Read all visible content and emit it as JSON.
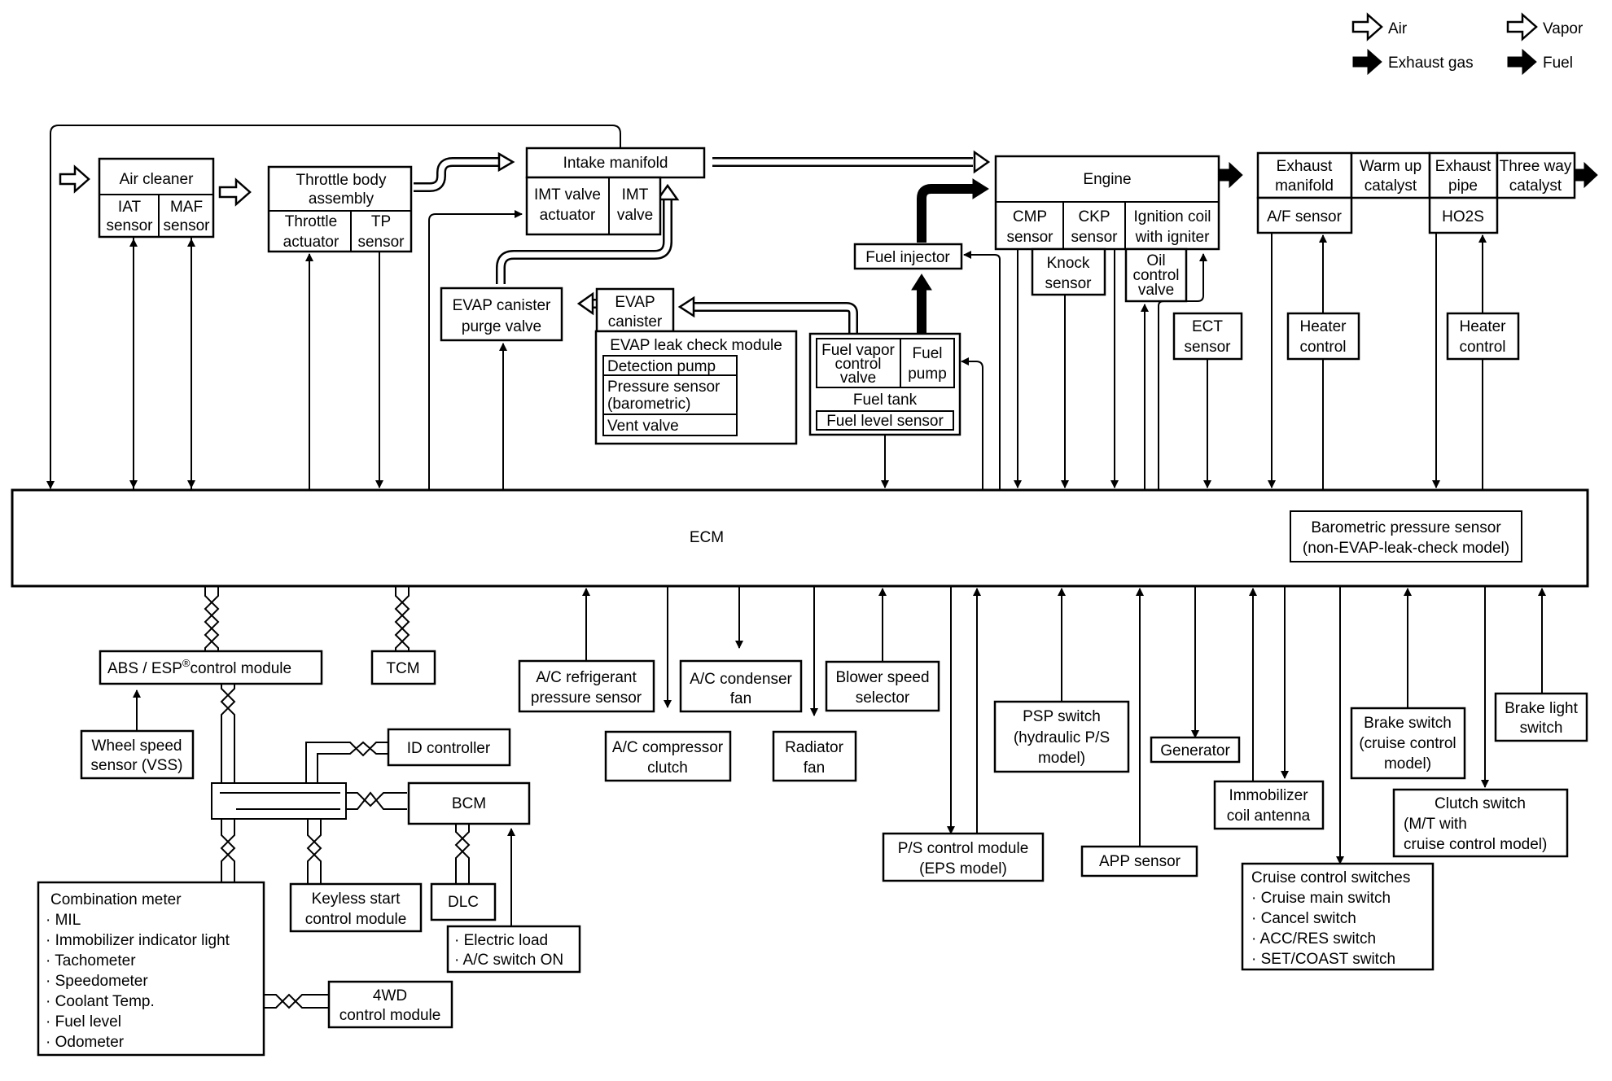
{
  "legend": {
    "air": "Air",
    "vapor": "Vapor",
    "exhaust_gas": "Exhaust gas",
    "fuel": "Fuel"
  },
  "components": {
    "air_cleaner": "Air cleaner",
    "iat_sensor": [
      "IAT",
      "sensor"
    ],
    "maf_sensor": [
      "MAF",
      "sensor"
    ],
    "throttle_body": [
      "Throttle body",
      "assembly"
    ],
    "throttle_actuator": [
      "Throttle",
      "actuator"
    ],
    "tp_sensor": [
      "TP",
      "sensor"
    ],
    "intake_manifold": "Intake manifold",
    "imt_valve_actuator": [
      "IMT valve",
      "actuator"
    ],
    "imt_valve": [
      "IMT",
      "valve"
    ],
    "evap_canister_purge_valve": [
      "EVAP canister",
      "purge valve"
    ],
    "evap_canister": [
      "EVAP",
      "canister"
    ],
    "evap_leak_check_module": "EVAP leak check module",
    "detection_pump": "Detection pump",
    "pressure_sensor": [
      "Pressure sensor",
      "(barometric)"
    ],
    "vent_valve": "Vent valve",
    "fuel_vapor_control_valve": [
      "Fuel vapor",
      "control",
      "valve"
    ],
    "fuel_pump": [
      "Fuel",
      "pump"
    ],
    "fuel_tank": "Fuel tank",
    "fuel_level_sensor": "Fuel level sensor",
    "fuel_injector": "Fuel injector",
    "engine": "Engine",
    "cmp_sensor": [
      "CMP",
      "sensor"
    ],
    "ckp_sensor": [
      "CKP",
      "sensor"
    ],
    "ignition_coil": [
      "Ignition coil",
      "with igniter"
    ],
    "knock_sensor": [
      "Knock",
      "sensor"
    ],
    "oil_control_valve": [
      "Oil",
      "control",
      "valve"
    ],
    "ect_sensor": [
      "ECT",
      "sensor"
    ],
    "exhaust_manifold": [
      "Exhaust",
      "manifold"
    ],
    "af_sensor": "A/F sensor",
    "warm_up_catalyst": [
      "Warm up",
      "catalyst"
    ],
    "exhaust_pipe": [
      "Exhaust",
      "pipe"
    ],
    "ho2s": "HO2S",
    "three_way_catalyst": [
      "Three way",
      "catalyst"
    ],
    "heater_control_1": [
      "Heater",
      "control"
    ],
    "heater_control_2": [
      "Heater",
      "control"
    ],
    "ecm": "ECM",
    "barometric_pressure_sensor": [
      "Barometric pressure sensor",
      "(non-EVAP-leak-check model)"
    ],
    "abs_esp_module": [
      "ABS / ESP",
      "®",
      "control module"
    ],
    "tcm": "TCM",
    "wheel_speed_sensor": [
      "Wheel speed",
      "sensor (VSS)"
    ],
    "id_controller": "ID controller",
    "bcm": "BCM",
    "combination_meter": [
      "Combination meter",
      "· MIL",
      "· Immobilizer indicator light",
      "· Tachometer",
      "· Speedometer",
      "· Coolant Temp.",
      "· Fuel level",
      "· Odometer"
    ],
    "keyless_start_module": [
      "Keyless start",
      "control module"
    ],
    "dlc": "DLC",
    "electric_load": [
      "· Electric load",
      "· A/C switch ON"
    ],
    "four_wd_module": [
      "4WD",
      "control module"
    ],
    "ac_refrigerant_sensor": [
      "A/C refrigerant",
      "pressure sensor"
    ],
    "ac_compressor_clutch": [
      "A/C compressor",
      "clutch"
    ],
    "ac_condenser_fan": [
      "A/C condenser",
      "fan"
    ],
    "radiator_fan": [
      "Radiator",
      "fan"
    ],
    "blower_speed_selector": [
      "Blower speed",
      "selector"
    ],
    "ps_control_module": [
      "P/S control module",
      "(EPS model)"
    ],
    "psp_switch": [
      "PSP switch",
      "(hydraulic P/S",
      "model)"
    ],
    "app_sensor": "APP sensor",
    "generator": "Generator",
    "immobilizer_antenna": [
      "Immobilizer",
      "coil antenna"
    ],
    "cruise_control_switches": [
      "Cruise control switches",
      "· Cruise main switch",
      "· Cancel switch",
      "· ACC/RES switch",
      "· SET/COAST switch"
    ],
    "brake_switch": [
      "Brake switch",
      "(cruise control",
      "model)"
    ],
    "clutch_switch": [
      "Clutch switch",
      "(M/T with",
      "cruise control model)"
    ],
    "brake_light_switch": [
      "Brake light",
      "switch"
    ]
  }
}
